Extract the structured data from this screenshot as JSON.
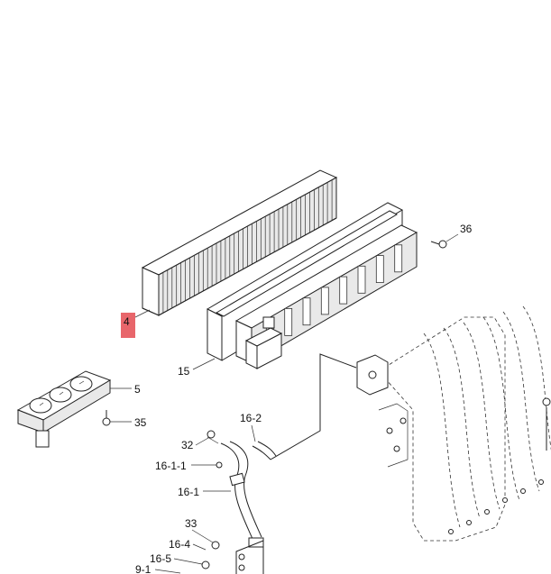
{
  "callouts": {
    "p4": "4",
    "p5": "5",
    "p15": "15",
    "p16_2": "16-2",
    "p16_1_1": "16-1-1",
    "p16_1": "16-1",
    "p16_4": "16-4",
    "p16_5": "16-5",
    "p9_1": "9-1",
    "p32": "32",
    "p33": "33",
    "p35": "35",
    "p36": "36"
  },
  "colors": {
    "highlight": "#e8666b",
    "line": "#222222"
  }
}
